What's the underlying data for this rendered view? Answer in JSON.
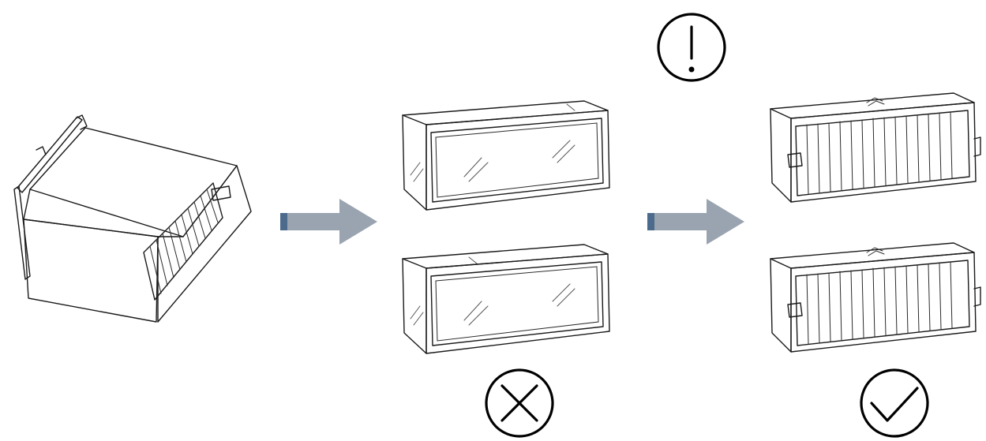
{
  "diagram": {
    "steps": [
      {
        "id": "unit",
        "icon": "air-purifier-housing-icon"
      },
      {
        "id": "wrong-filters",
        "icon": "filter-with-plastic-wrap-icon",
        "verdict": "wrong"
      },
      {
        "id": "correct-filters",
        "icon": "filter-unwrapped-icon",
        "verdict": "correct"
      }
    ],
    "symbols": {
      "warning": "exclamation-circle-icon",
      "wrong": "x-circle-icon",
      "correct": "check-circle-icon"
    },
    "colors": {
      "arrow_fill": "#9aa4b0",
      "arrow_stem_dark": "#4b6a8c",
      "line": "#1a1a1a"
    }
  }
}
